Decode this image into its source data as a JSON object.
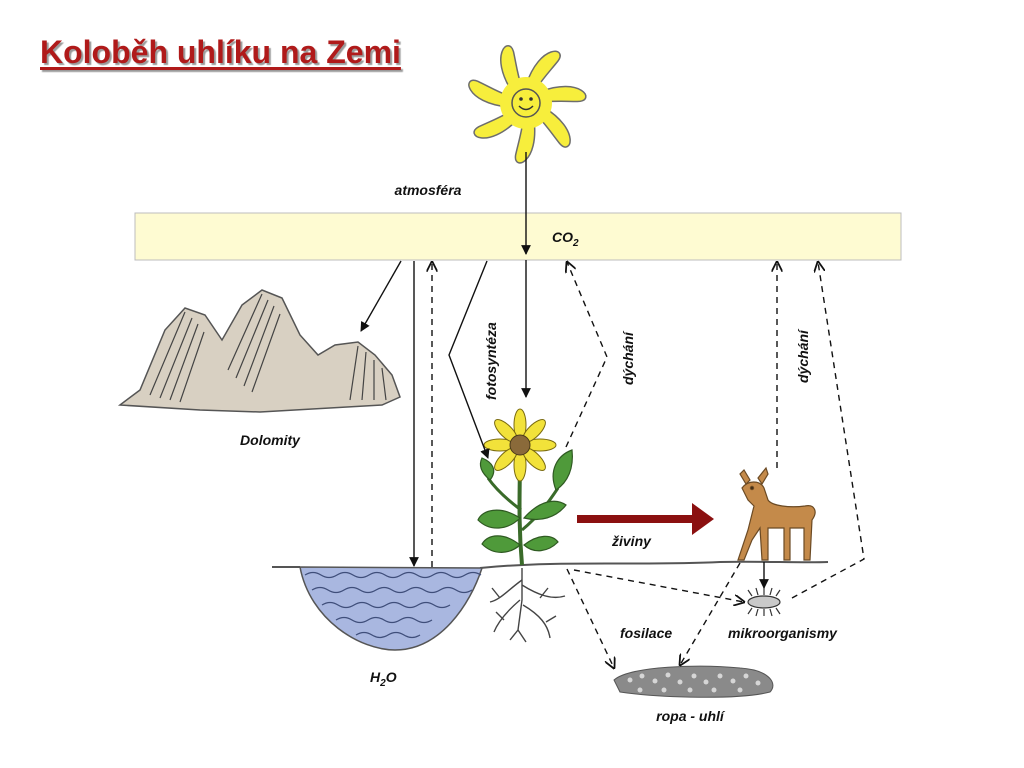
{
  "title": "Koloběh uhlíku na Zemi",
  "labels": {
    "atmosphere": "atmosféra",
    "co2_main": "CO",
    "co2_sub": "2",
    "photosynthesis": "fotosyntéza",
    "respiration_left": "dýchání",
    "respiration_right": "dýchání",
    "dolomites": "Dolomity",
    "nutrients": "živiny",
    "fossilization": "fosilace",
    "microorganisms": "mikroorganismy",
    "water_main": "H",
    "water_sub": "2",
    "water_tail": "O",
    "oil_coal": "ropa - uhlí"
  },
  "colors": {
    "title": "#b01a1a",
    "atmosphere_band": "#fefbd2",
    "sun": "#f7ee3c",
    "water": "#a9b7e0",
    "mountain": "#d8d0c2",
    "leaf": "#4f9a3a",
    "flower": "#f2e23a",
    "deer": "#c48a4a",
    "arrow_nutrients": "#8b1010",
    "fossil": "#8a8a8a"
  }
}
